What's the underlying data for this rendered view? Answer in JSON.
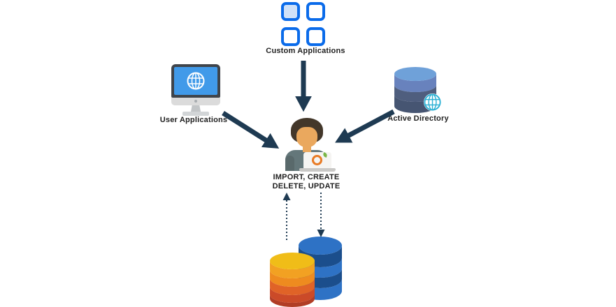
{
  "diagram": {
    "background": "#ffffff",
    "nodes": {
      "custom_applications": {
        "label": "Custom Applications",
        "icon": "app-grid-icon"
      },
      "user_applications": {
        "label": "User Applications",
        "icon": "monitor-globe-icon"
      },
      "active_directory": {
        "label": "Active Directory",
        "icon": "database-globe-icon"
      },
      "operations": {
        "line1": "IMPORT, CREATE",
        "line2": "DELETE, UPDATE",
        "icon": "person-laptop-icon"
      },
      "identity_store": {
        "icon": "databases-icon"
      }
    },
    "edges": [
      {
        "from": "custom_applications",
        "to": "operations",
        "style": "solid-arrow"
      },
      {
        "from": "user_applications",
        "to": "operations",
        "style": "solid-arrow"
      },
      {
        "from": "active_directory",
        "to": "operations",
        "style": "solid-arrow"
      },
      {
        "from": "identity_store",
        "to": "operations",
        "style": "dotted-arrow"
      },
      {
        "from": "operations",
        "to": "identity_store",
        "style": "dotted-arrow"
      }
    ],
    "colors": {
      "arrow": "#1e3a52",
      "label_text": "#1f1f1f",
      "app_square_border": "#0a6bea",
      "app_square_fill": "#cfe1f8",
      "monitor_frame": "#3f444a",
      "monitor_screen": "#419ae9",
      "globe_teal": "#2cb1d4",
      "ad_cylinder_top": "#6fa1d9",
      "ad_cylinder_mid": "#6882bd",
      "ad_cylinder_dark": "#4f5e7e",
      "ad_cylinder_darker": "#465572",
      "person_hair": "#43372a",
      "person_skin": "#eaa85e",
      "person_shirt": "#64777a",
      "laptop_logo_orange": "#e87a24",
      "laptop_leaf_green": "#7ab648",
      "db_blue_light": "#2e72c5",
      "db_blue_dark": "#1b4e8c",
      "db_orange_top": "#f0bd18",
      "db_orange_band1": "#f2a122",
      "db_orange_band2": "#ee8b1f",
      "db_orange_band3": "#e06327",
      "db_orange_band4": "#cb4a28",
      "db_orange_band5": "#b13d25"
    }
  }
}
